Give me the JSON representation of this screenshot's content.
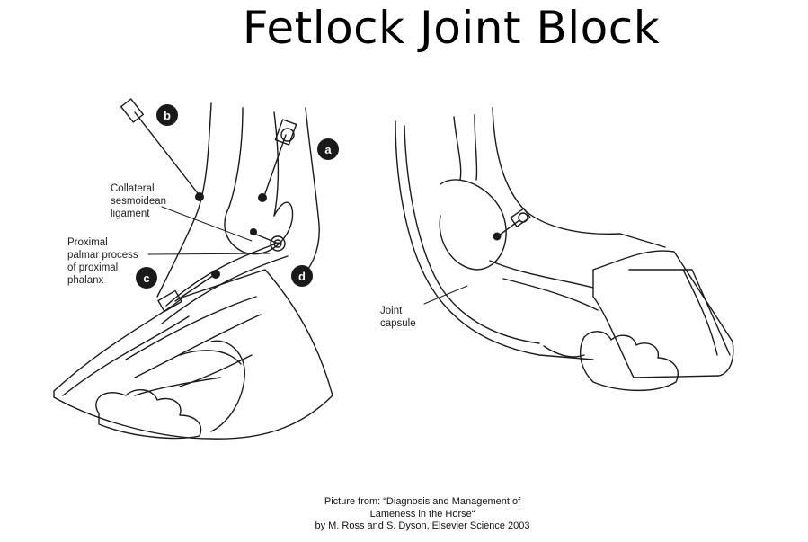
{
  "title": "Fetlock Joint Block",
  "left_figure": {
    "labels": {
      "collateral": [
        "Collateral",
        "sesmoidean",
        "ligament"
      ],
      "proximal": [
        "Proximal",
        "palmar process",
        "of proximal",
        "phalanx"
      ]
    },
    "badges": [
      "a",
      "b",
      "c",
      "d"
    ]
  },
  "right_figure": {
    "labels": {
      "capsule": [
        "Joint",
        "capsule"
      ]
    }
  },
  "caption": {
    "line1": "Picture from: “Diagnosis and Management of",
    "line2": "Lameness in the Horse“",
    "line3": "by M. Ross and S. Dyson, Elsevier Science 2003"
  },
  "colors": {
    "ink": "#1a1a1a",
    "badge": "#1a1a1a",
    "background": "#ffffff"
  }
}
